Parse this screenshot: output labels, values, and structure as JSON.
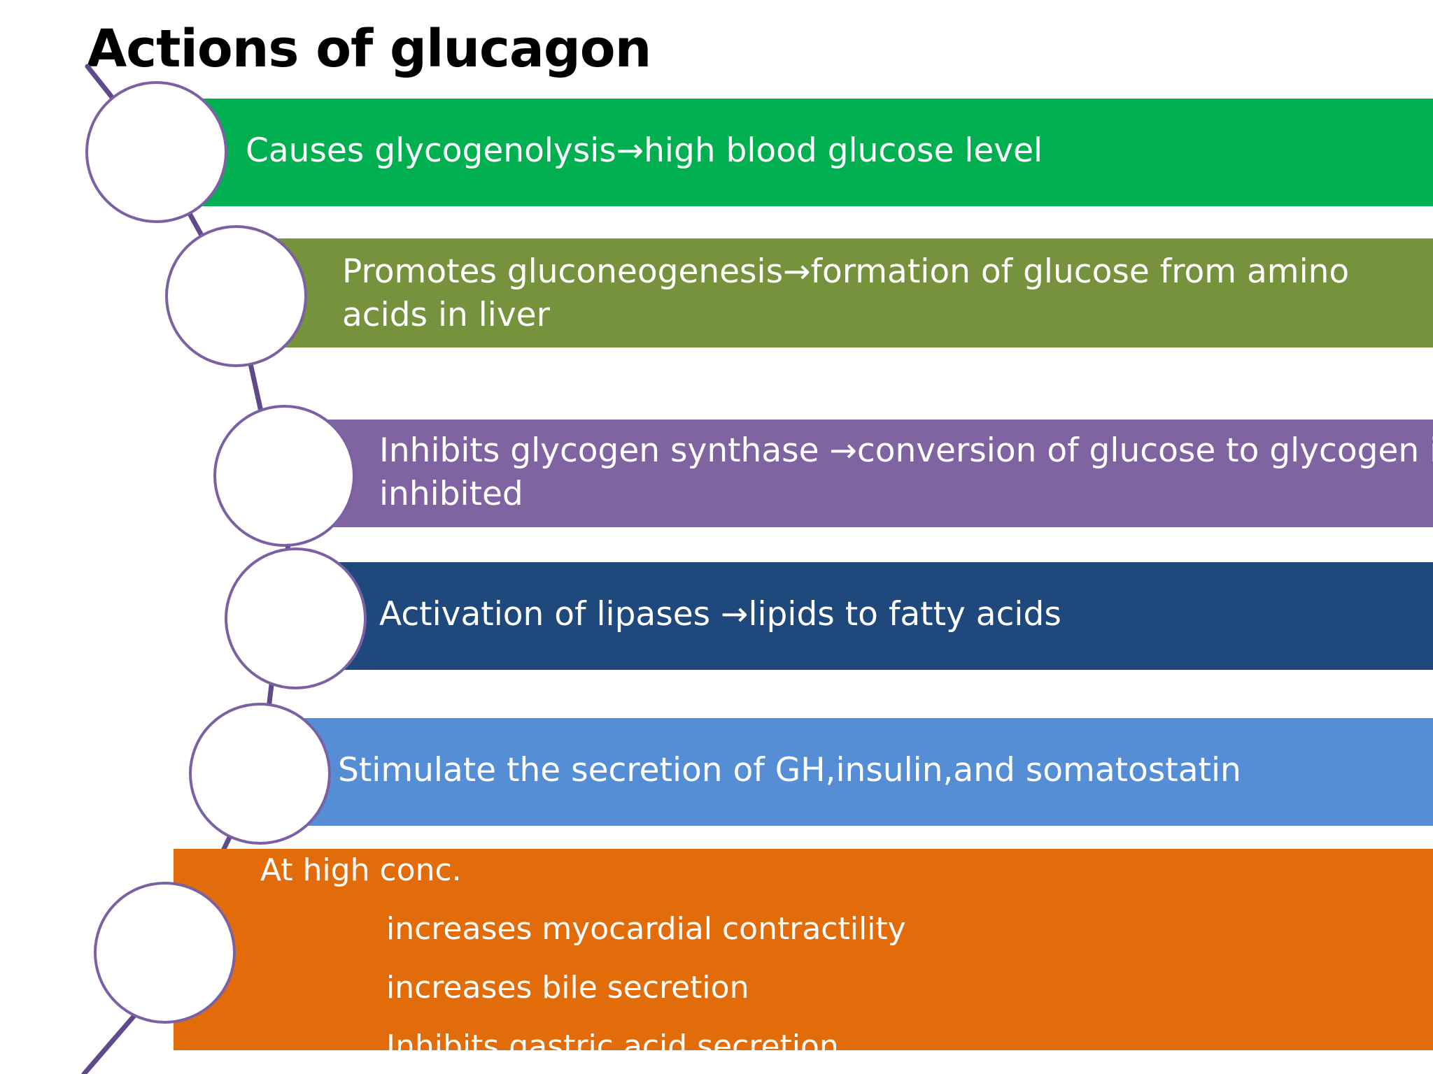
{
  "title": "Actions of glucagon",
  "colors": {
    "band_1": "#00b050",
    "band_2": "#76923c",
    "band_3": "#8064a2",
    "band_4": "#1f497d",
    "band_5": "#558ed5",
    "band_6": "#e36c0a",
    "node_border": "#7b61a3",
    "connector": "#5f4b8b"
  },
  "actions": [
    {
      "line1": "Causes glycogenolysis→high blood glucose level"
    },
    {
      "line1": "Promotes gluconeogenesis→formation of glucose from amino",
      "line2": "acids in liver"
    },
    {
      "line1": "Inhibits glycogen synthase →conversion of glucose to glycogen is",
      "line2": "inhibited"
    },
    {
      "line1": "Activation of lipases →lipids to fatty acids"
    },
    {
      "line1": "Stimulate the secretion of GH,insulin,and somatostatin"
    },
    {
      "heading": "At high conc.",
      "items": [
        "increases myocardial contractility",
        "increases bile secretion",
        "Inhibits gastric acid secretion"
      ]
    }
  ]
}
